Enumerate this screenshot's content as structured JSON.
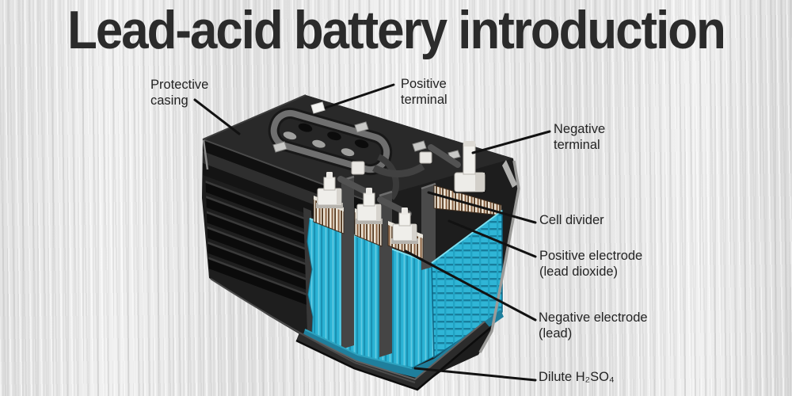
{
  "title": "Lead-acid battery introduction",
  "labels": {
    "protective_casing": {
      "line1": "Protective",
      "line2": "casing"
    },
    "positive_terminal": {
      "line1": "Positive",
      "line2": "terminal"
    },
    "negative_terminal": {
      "line1": "Negative",
      "line2": "terminal"
    },
    "cell_divider": {
      "line1": "Cell divider"
    },
    "positive_electrode": {
      "line1": "Positive electrode",
      "line2": "(lead dioxide)"
    },
    "negative_electrode": {
      "line1": "Negative electrode",
      "line2": "(lead)"
    },
    "electrolyte": {
      "line1": "Dilute H₂SO₄"
    }
  },
  "figure": {
    "subject": "Cutaway illustration of a lead-acid battery",
    "colors": {
      "background": "#ebebeb",
      "title_text": "#2b2b2b",
      "label_text": "#232323",
      "leader_line": "#121212",
      "casing_black": "#1d1d1d",
      "lid_gray": "#292929",
      "handle_gray": "#6f6f6f",
      "terminal_white": "#efeeea",
      "cell_divider_gray": "#454545",
      "plate_tan": "#8a6142",
      "plate_cream": "#ece4d6",
      "separator_cyan": "#2ab3d5",
      "electrolyte_teal": "#1f7f9d"
    }
  }
}
